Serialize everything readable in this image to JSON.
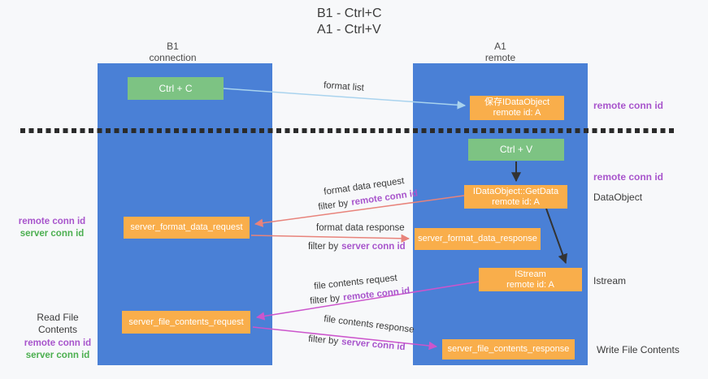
{
  "title": {
    "line1": "B1 - Ctrl+C",
    "line2": "A1 - Ctrl+V"
  },
  "lanes": {
    "left": {
      "name_line1": "B1",
      "name_line2": "connection"
    },
    "right": {
      "name_line1": "A1",
      "name_line2": "remote"
    }
  },
  "boxes": {
    "ctrl_c": {
      "label": "Ctrl + C"
    },
    "ctrl_v": {
      "label": "Ctrl + V"
    },
    "save_dataobject": {
      "line1": "保存IDataObject",
      "line2": "remote id: A"
    },
    "getdata": {
      "line1": "IDataObject::GetData",
      "line2": "remote id: A"
    },
    "istream": {
      "line1": "IStream",
      "line2": "remote id: A"
    },
    "server_format_data_request": {
      "label": "server_format_data_request"
    },
    "server_format_data_response": {
      "label": "server_format_data_response"
    },
    "server_file_contents_request": {
      "label": "server_file_contents_request"
    },
    "server_file_contents_response": {
      "label": "server_file_contents_response"
    }
  },
  "flow_labels": {
    "format_list": "format list",
    "format_data_request": "format data request",
    "format_data_response": "format data response",
    "file_contents_request": "file contents request",
    "file_contents_response": "file contents response",
    "filter_by": "filter by",
    "remote_conn_id": "remote conn id",
    "server_conn_id": "server conn id"
  },
  "side_labels": {
    "remote_conn_id": "remote conn id",
    "server_conn_id": "server conn id",
    "dataobject": "DataObject",
    "istream": "Istream",
    "read_file_contents": "Read File Contents",
    "write_file_contents": "Write File Contents"
  },
  "colors": {
    "lane_blue": "#4a80d6",
    "box_green": "#7dc383",
    "box_orange": "#f9ae4b",
    "arrow_black": "#333333",
    "arrow_salmon": "#e8837b",
    "arrow_magenta": "#cc55cc",
    "arrow_lightblue": "#a9d3ee",
    "label_purple": "#a855cc",
    "label_green": "#4caf50"
  }
}
